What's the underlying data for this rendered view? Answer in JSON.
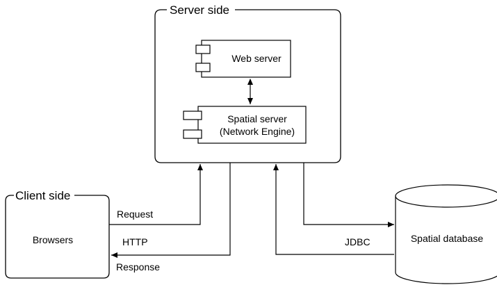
{
  "server_side": {
    "title": "Server side",
    "web_server": "Web server",
    "spatial_server_line1": "Spatial server",
    "spatial_server_line2": "(Network Engine)"
  },
  "client_side": {
    "title": "Client side",
    "browsers": "Browsers"
  },
  "connections": {
    "request": "Request",
    "http": "HTTP",
    "response": "Response",
    "jdbc": "JDBC"
  },
  "database": {
    "label": "Spatial database"
  }
}
